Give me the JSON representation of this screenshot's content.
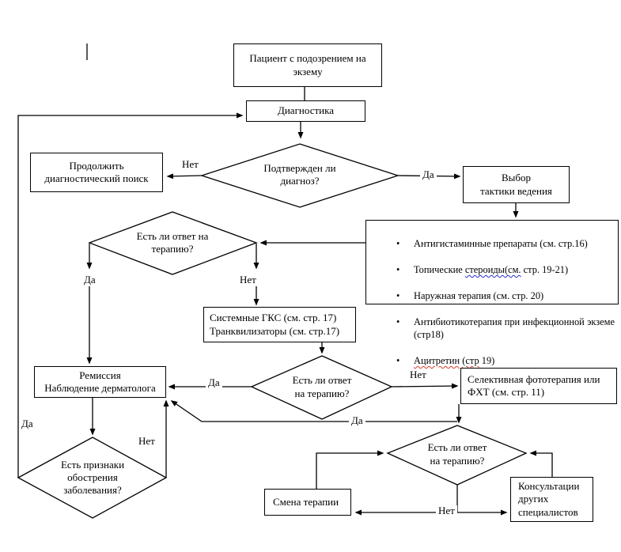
{
  "edges": {
    "yes": "Да",
    "no": "Нет"
  },
  "nodes": {
    "patient": "Пациент с подозрением на\nэкзему",
    "diagnostics": "Диагностика",
    "confirm": "Подтвержден ли\nдиагноз?",
    "continue_search": "Продолжить\nдиагностический поиск",
    "tactics": "Выбор\nтактики ведения",
    "response1": "Есть ли ответ на\nтерапию?",
    "gks": "Системные ГКС (см. стр. 17)\nТранквилизаторы (см. стр.17)",
    "response2": "Есть ли ответ\nна терапию?",
    "remission": "Ремиссия\nНаблюдение дерматолога",
    "phototherapy": "Селективная фототерапия или\nФХТ (см. стр. 11)",
    "exacerbation": "Есть признаки\nобострения\nзаболевания?",
    "response3": "Есть ли ответ\nна терапию?",
    "change_therapy": "Смена терапии",
    "consult": "Консультации\nдругих\nспециалистов"
  },
  "therapies": {
    "marker": "•",
    "item1": "Антигистаминные препараты (см. стр.16)",
    "item2_pre": "Топические ",
    "item2_wavy": "стероиды(см.",
    "item2_post": " стр. 19-21)",
    "item3": "Наружная терапия (см. стр. 20)",
    "item4": "Антибиотикотерапия при инфекционной экземе (стр18)",
    "item5_wavy1": "Ацитретин",
    "item5_sep": " ",
    "item5_wavy2": "(стр",
    "item5_post": " 19)"
  }
}
